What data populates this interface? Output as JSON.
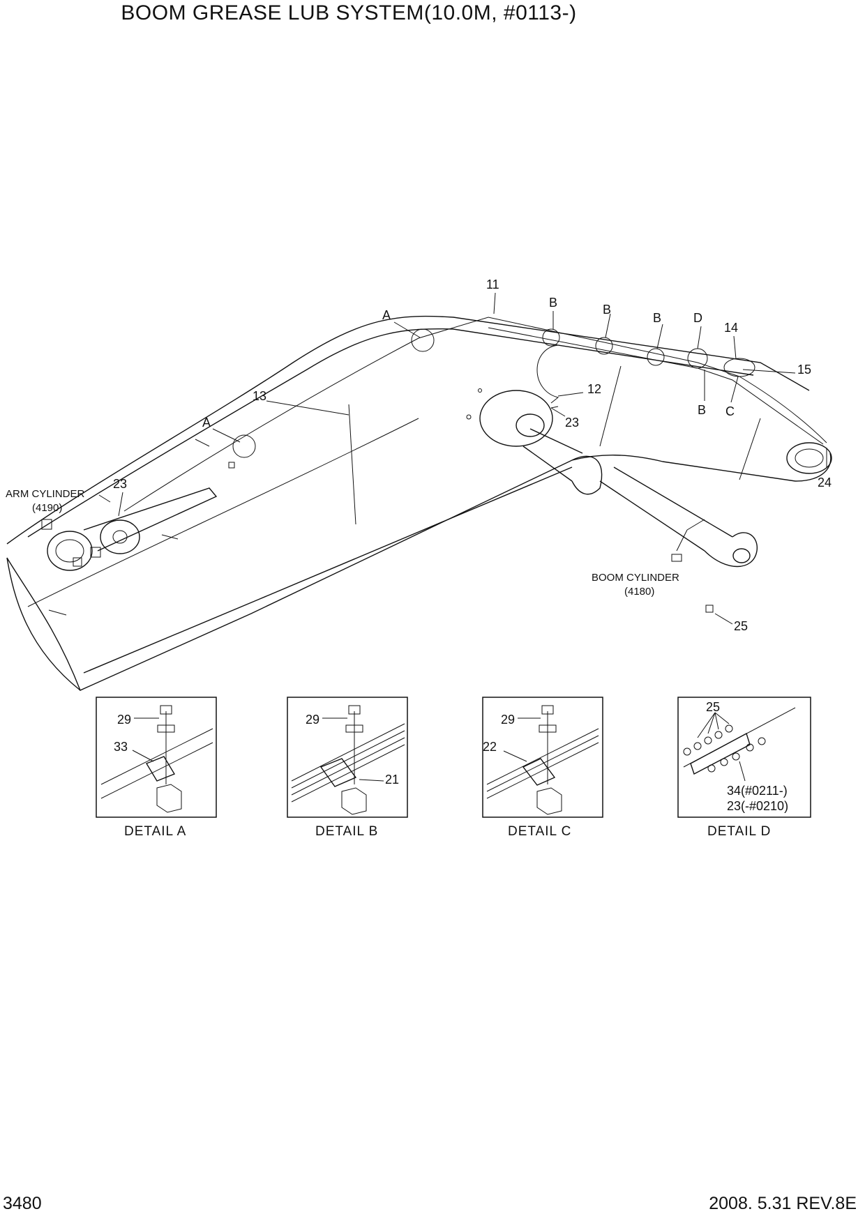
{
  "title": "BOOM GREASE LUB SYSTEM(10.0M, #0113-)",
  "footer": {
    "page_number": "3480",
    "revision": "2008. 5.31  REV.8E"
  },
  "callouts": {
    "c11": "11",
    "cB1": "B",
    "cB2": "B",
    "cB3": "B",
    "cD": "D",
    "c14": "14",
    "c15": "15",
    "cA1": "A",
    "c13": "13",
    "c12": "12",
    "c23a": "23",
    "cB4": "B",
    "cC": "C",
    "cA2": "A",
    "c23b": "23",
    "c24": "24",
    "c25": "25"
  },
  "components": {
    "arm_cylinder": {
      "name": "ARM CYLINDER",
      "ref": "(4190)"
    },
    "boom_cylinder": {
      "name": "BOOM CYLINDER",
      "ref": "(4180)"
    }
  },
  "details": {
    "a": {
      "caption": "DETAIL  A",
      "bolt": "29",
      "clamp": "33"
    },
    "b": {
      "caption": "DETAIL  B",
      "bolt": "29",
      "clamp": "21"
    },
    "c": {
      "caption": "DETAIL  C",
      "bolt": "29",
      "clamp": "22"
    },
    "d": {
      "caption": "DETAIL  D",
      "fittings": "25",
      "part1": "34(#0211-)",
      "part2": "23(-#0210)"
    }
  }
}
